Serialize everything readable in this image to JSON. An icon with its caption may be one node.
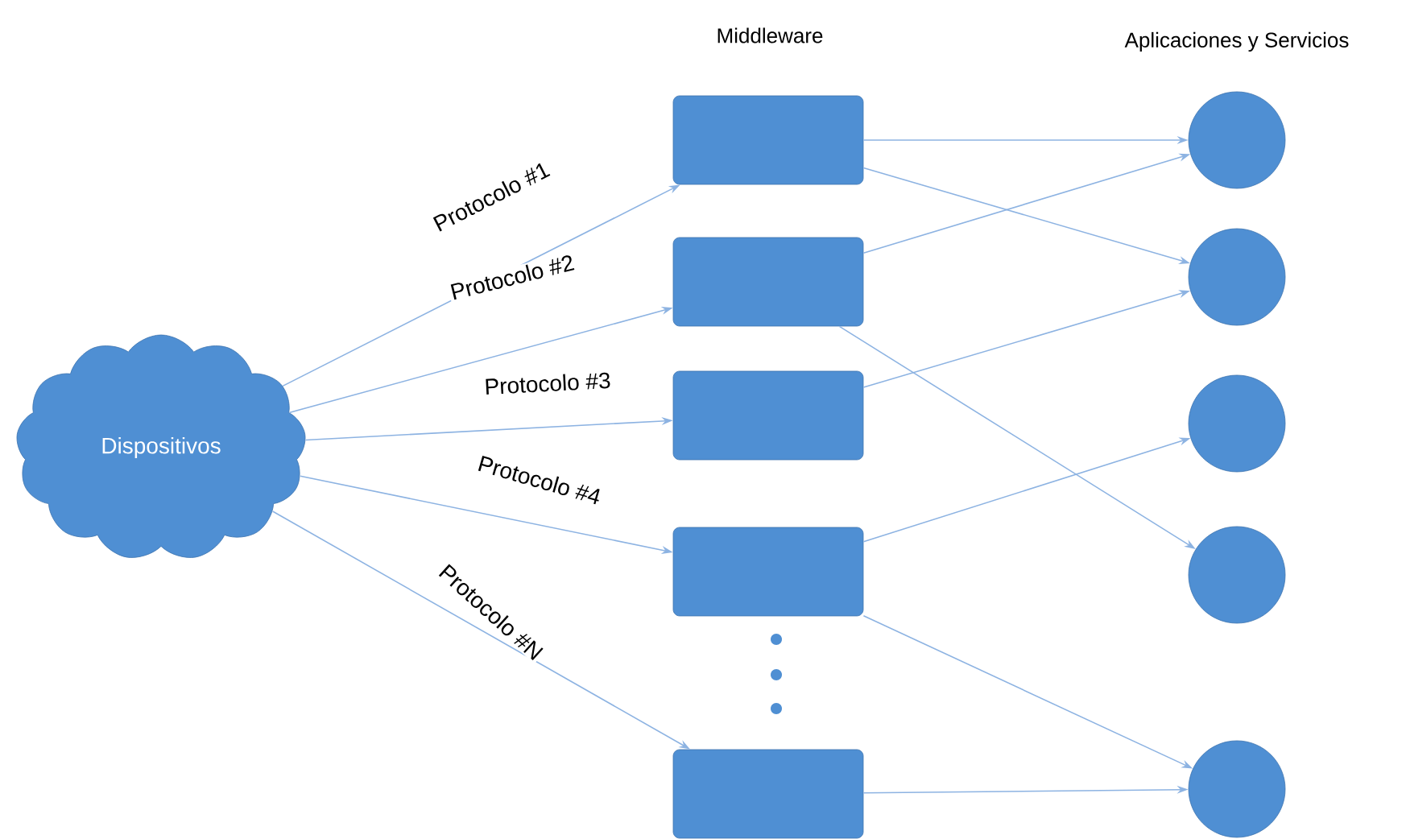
{
  "diagram": {
    "nodes": [
      {
        "text": [
          "Dispositivos"
        ]
      },
      {
        "text": [],
        "shape": "box"
      },
      {
        "text": [],
        "shape": "box"
      },
      {
        "text": [],
        "shape": "box"
      },
      {
        "text": [],
        "shape": "box"
      },
      {
        "text": [],
        "shape": "box"
      },
      {
        "text": [],
        "shape": "circle"
      },
      {
        "text": [],
        "shape": "circle"
      },
      {
        "text": [],
        "shape": "circle"
      },
      {
        "text": [],
        "shape": "circle"
      },
      {
        "text": [],
        "shape": "circle"
      }
    ],
    "edges": [
      {
        "from": 0,
        "to": 1,
        "arrow": "to",
        "label": "Protocolo #1"
      },
      {
        "from": 0,
        "to": 2,
        "arrow": "to",
        "label": "Protocolo #2"
      },
      {
        "from": 0,
        "to": 3,
        "arrow": "to",
        "label": "Protocolo #3"
      },
      {
        "from": 0,
        "to": 4,
        "arrow": "to",
        "label": "Protocolo #4"
      },
      {
        "from": 0,
        "to": 5,
        "arrow": "to",
        "label": "Protocolo #N"
      },
      {
        "from": 1,
        "to": 6,
        "arrow": "to"
      },
      {
        "from": 1,
        "to": 7,
        "arrow": "to"
      },
      {
        "from": 2,
        "to": 6,
        "arrow": "to"
      },
      {
        "from": 2,
        "to": 9,
        "arrow": "to"
      },
      {
        "from": 3,
        "to": 7,
        "arrow": "to"
      },
      {
        "from": 4,
        "to": 8,
        "arrow": "to"
      },
      {
        "from": 4,
        "to": 10,
        "arrow": "to"
      },
      {
        "from": 5,
        "to": 10,
        "arrow": "to"
      }
    ],
    "labels": [
      "Middleware",
      "Aplicaciones y Servicios"
    ]
  }
}
